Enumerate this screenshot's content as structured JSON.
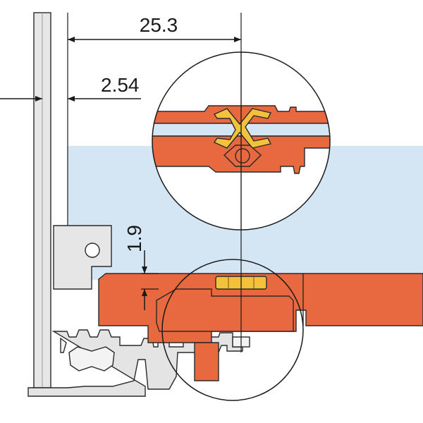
{
  "dimensions": {
    "pitch_width": "25.3",
    "rail_pitch": "2.54",
    "height_offset": "1.9"
  },
  "colors": {
    "rail": "#e8683f",
    "rail_outline": "#2a2a2a",
    "contact": "#f2c23a",
    "panel_fill": "#d4e6f4",
    "bracket": "#e6e6e6",
    "background": "#ffffff"
  }
}
